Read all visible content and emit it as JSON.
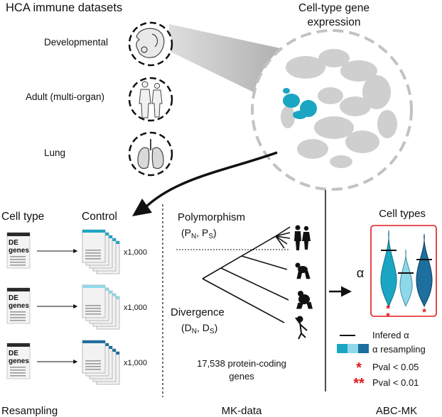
{
  "top": {
    "datasets_title": "HCA immune datasets",
    "expression_title_line1": "Cell-type gene",
    "expression_title_line2": "expression",
    "datasets": [
      {
        "label": "Developmental",
        "icon": "fetus-icon"
      },
      {
        "label": "Adult (multi-organ)",
        "icon": "adult-humans-icon"
      },
      {
        "label": "Lung",
        "icon": "lungs-icon"
      }
    ]
  },
  "resampling": {
    "cell_type_label": "Cell type",
    "control_label": "Control",
    "de_genes_line1": "DE",
    "de_genes_line2": "genes",
    "multiplier": "x1,000",
    "section_label": "Resampling",
    "rows": [
      {
        "header_color": "#2b2b2b",
        "control_color": "#1aa6c2"
      },
      {
        "header_color": "#2b2b2b",
        "control_color": "#8fd8ea"
      },
      {
        "header_color": "#2b2b2b",
        "control_color": "#1c6f9e"
      }
    ]
  },
  "mk": {
    "polymorphism_label": "Polymorphism",
    "polymorphism_sub_open": "(P",
    "polymorphism_sub_n": "N",
    "polymorphism_sub_mid": ", P",
    "polymorphism_sub_s": "S",
    "polymorphism_sub_close": ")",
    "divergence_label": "Divergence",
    "divergence_sub_open": "(D",
    "divergence_sub_n": "N",
    "divergence_sub_mid": ", D",
    "divergence_sub_s": "S",
    "divergence_sub_close": ")",
    "genes_line1": "17,538 protein-coding",
    "genes_line2": "genes",
    "section_label": "MK-data",
    "species_icons": [
      "human-pair-icon",
      "chimpanzee-icon",
      "gorilla-icon",
      "orangutan-icon"
    ]
  },
  "abc": {
    "panel_title": "Cell types",
    "alpha_axis_label": "α",
    "legend_inferred": "Infered α",
    "legend_resampling": "α resampling",
    "legend_p05": "Pval < 0.05",
    "legend_p01": "Pval < 0.01",
    "legend_star_single": "*",
    "legend_star_double": "**",
    "section_label": "ABC-MK",
    "violin_colors": [
      "#1aa6c2",
      "#8fd8ea",
      "#1c6f9e"
    ],
    "violin_stars": [
      "**",
      "",
      "*"
    ],
    "legend_swatch_colors": [
      "#1aa6c2",
      "#8fd8ea",
      "#1c6f9e"
    ]
  },
  "colors": {
    "accent_cyan": "#1aa6c2",
    "light_cyan": "#8fd8ea",
    "dark_blue": "#1c6f9e",
    "star_red": "#e0191c",
    "umap_grey": "#c9c9c9"
  }
}
